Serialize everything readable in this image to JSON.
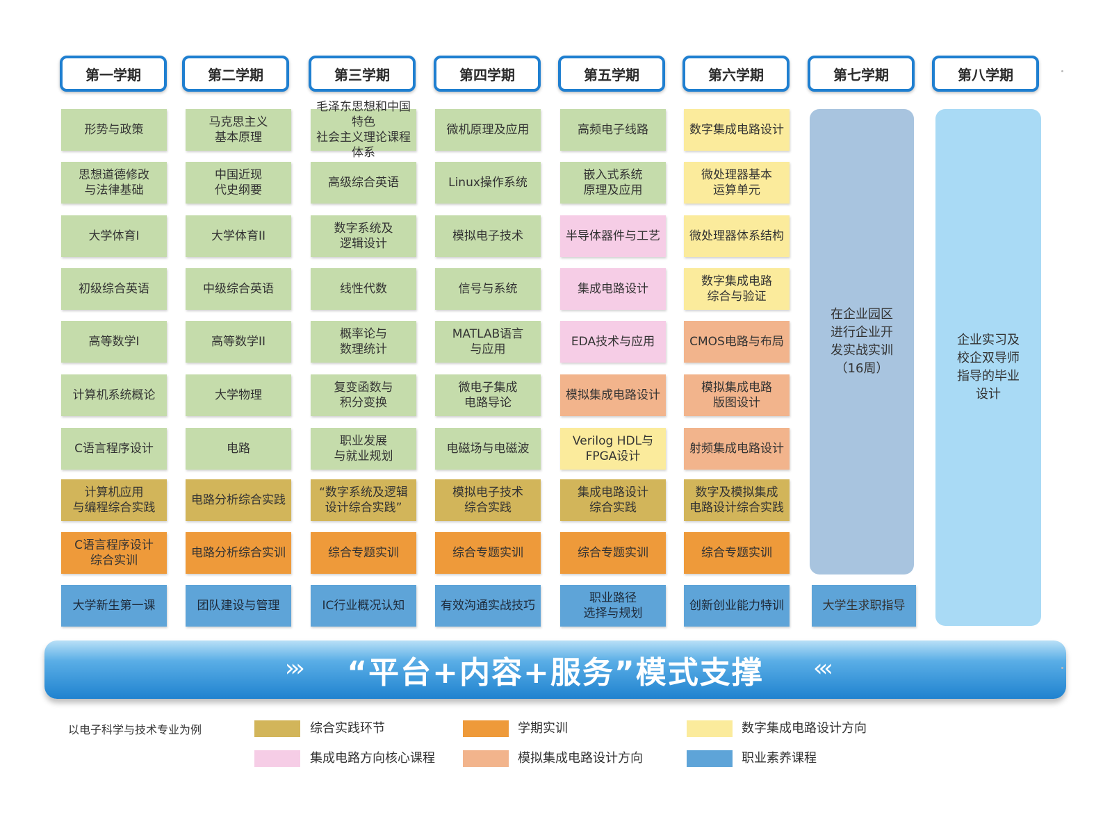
{
  "semesters": [
    "第一学期",
    "第二学期",
    "第三学期",
    "第四学期",
    "第五学期",
    "第六学期",
    "第七学期",
    "第八学期"
  ],
  "columns": [
    [
      {
        "text": "形势与政策",
        "cat": "general"
      },
      {
        "text": "思想道德修改\n与法律基础",
        "cat": "general"
      },
      {
        "text": "大学体育I",
        "cat": "general"
      },
      {
        "text": "初级综合英语",
        "cat": "general"
      },
      {
        "text": "高等数学I",
        "cat": "general"
      },
      {
        "text": "计算机系统概论",
        "cat": "general"
      },
      {
        "text": "C语言程序设计",
        "cat": "general"
      },
      {
        "text": "计算机应用\n与编程综合实践",
        "cat": "practice"
      },
      {
        "text": "C语言程序设计\n综合实训",
        "cat": "training"
      },
      {
        "text": "大学新生第一课",
        "cat": "literacy"
      }
    ],
    [
      {
        "text": "马克思主义\n基本原理",
        "cat": "general"
      },
      {
        "text": "中国近现\n代史纲要",
        "cat": "general"
      },
      {
        "text": "大学体育II",
        "cat": "general"
      },
      {
        "text": "中级综合英语",
        "cat": "general"
      },
      {
        "text": "高等数学II",
        "cat": "general"
      },
      {
        "text": "大学物理",
        "cat": "general"
      },
      {
        "text": "电路",
        "cat": "general"
      },
      {
        "text": "电路分析综合实践",
        "cat": "practice"
      },
      {
        "text": "电路分析综合实训",
        "cat": "training"
      },
      {
        "text": "团队建设与管理",
        "cat": "literacy"
      }
    ],
    [
      {
        "text": "毛泽东思想和中国特色\n社会主义理论课程体系",
        "cat": "general"
      },
      {
        "text": "高级综合英语",
        "cat": "general"
      },
      {
        "text": "数字系统及\n逻辑设计",
        "cat": "general"
      },
      {
        "text": "线性代数",
        "cat": "general"
      },
      {
        "text": "概率论与\n数理统计",
        "cat": "general"
      },
      {
        "text": "复变函数与\n积分变换",
        "cat": "general"
      },
      {
        "text": "职业发展\n与就业规划",
        "cat": "general"
      },
      {
        "text": "“数字系统及逻辑\n设计综合实践”",
        "cat": "practice"
      },
      {
        "text": "综合专题实训",
        "cat": "training"
      },
      {
        "text": "IC行业概况认知",
        "cat": "literacy"
      }
    ],
    [
      {
        "text": "微机原理及应用",
        "cat": "general"
      },
      {
        "text": "Linux操作系统",
        "cat": "general"
      },
      {
        "text": "模拟电子技术",
        "cat": "general"
      },
      {
        "text": "信号与系统",
        "cat": "general"
      },
      {
        "text": "MATLAB语言\n与应用",
        "cat": "general"
      },
      {
        "text": "微电子集成\n电路导论",
        "cat": "general"
      },
      {
        "text": "电磁场与电磁波",
        "cat": "general"
      },
      {
        "text": "模拟电子技术\n综合实践",
        "cat": "practice"
      },
      {
        "text": "综合专题实训",
        "cat": "training"
      },
      {
        "text": "有效沟通实战技巧",
        "cat": "literacy"
      }
    ],
    [
      {
        "text": "高频电子线路",
        "cat": "general"
      },
      {
        "text": "嵌入式系统\n原理及应用",
        "cat": "general"
      },
      {
        "text": "半导体器件与工艺",
        "cat": "ic_core"
      },
      {
        "text": "集成电路设计",
        "cat": "ic_core"
      },
      {
        "text": "EDA技术与应用",
        "cat": "ic_core"
      },
      {
        "text": "模拟集成电路设计",
        "cat": "analog"
      },
      {
        "text": "Verilog HDL与\nFPGA设计",
        "cat": "digital"
      },
      {
        "text": "集成电路设计\n综合实践",
        "cat": "practice"
      },
      {
        "text": "综合专题实训",
        "cat": "training"
      },
      {
        "text": "职业路径\n选择与规划",
        "cat": "literacy"
      }
    ],
    [
      {
        "text": "数字集成电路设计",
        "cat": "digital"
      },
      {
        "text": "微处理器基本\n运算单元",
        "cat": "digital"
      },
      {
        "text": "微处理器体系结构",
        "cat": "digital"
      },
      {
        "text": "数字集成电路\n综合与验证",
        "cat": "digital"
      },
      {
        "text": "CMOS电路与布局",
        "cat": "analog"
      },
      {
        "text": "模拟集成电路\n版图设计",
        "cat": "analog"
      },
      {
        "text": "射频集成电路设计",
        "cat": "analog"
      },
      {
        "text": "数字及模拟集成\n电路设计综合实践",
        "cat": "practice"
      },
      {
        "text": "综合专题实训",
        "cat": "training"
      },
      {
        "text": "创新创业能力特训",
        "cat": "literacy"
      }
    ]
  ],
  "seventh": {
    "internship": "在企业园区\n进行企业开\n发实战实训\n（16周）",
    "career": "大学生求职指导"
  },
  "eighth": {
    "thesis": "企业实习及\n校企双导师\n指导的毕业\n设计"
  },
  "banner": {
    "text": "“平台+内容+服务”模式支撑",
    "left_arrows": "›››",
    "right_arrows": "‹‹‹"
  },
  "legend": {
    "note": "以电子科学与技术专业为例",
    "items": [
      {
        "label": "综合实践环节",
        "cat": "practice"
      },
      {
        "label": "学期实训",
        "cat": "training"
      },
      {
        "label": "数字集成电路设计方向",
        "cat": "digital"
      },
      {
        "label": "集成电路方向核心课程",
        "cat": "ic_core"
      },
      {
        "label": "模拟集成电路设计方向",
        "cat": "analog"
      },
      {
        "label": "职业素养课程",
        "cat": "literacy"
      }
    ]
  },
  "colors": {
    "general": "#c5dcab",
    "practice": "#d2b55a",
    "training": "#ee9a3a",
    "digital": "#fbeb9c",
    "ic_core": "#f6cde6",
    "analog": "#f2b48c",
    "literacy": "#5ea4d8",
    "seventh_block": "#a8c4df",
    "eighth_block": "#a9daf5",
    "semester_border": "#1f7fd0"
  },
  "icons": {
    "banner_left": "triple-chevron-right-icon",
    "banner_right": "triple-chevron-left-icon"
  }
}
